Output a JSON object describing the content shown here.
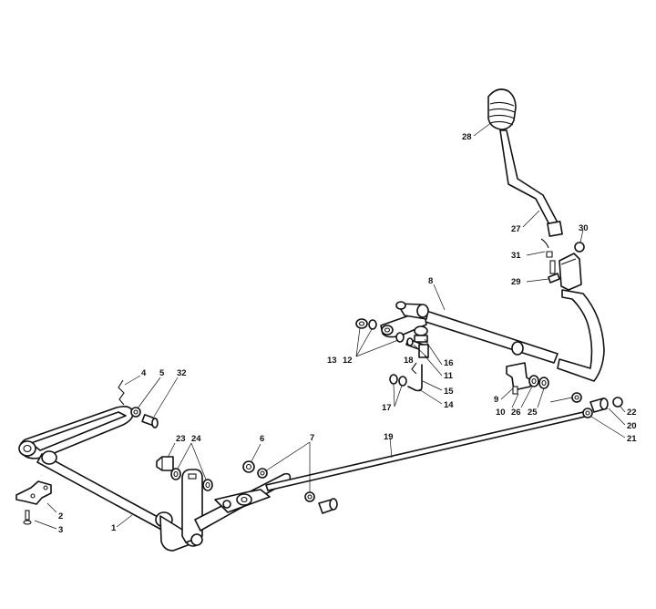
{
  "diagram": {
    "callouts": [
      {
        "id": "c1",
        "label": "1"
      },
      {
        "id": "c2",
        "label": "2"
      },
      {
        "id": "c3",
        "label": "3"
      },
      {
        "id": "c4",
        "label": "4"
      },
      {
        "id": "c5",
        "label": "5"
      },
      {
        "id": "c6",
        "label": "6"
      },
      {
        "id": "c7",
        "label": "7"
      },
      {
        "id": "c8",
        "label": "8"
      },
      {
        "id": "c9",
        "label": "9"
      },
      {
        "id": "c10",
        "label": "10"
      },
      {
        "id": "c11",
        "label": "11"
      },
      {
        "id": "c12",
        "label": "12"
      },
      {
        "id": "c13",
        "label": "13"
      },
      {
        "id": "c14",
        "label": "14"
      },
      {
        "id": "c15",
        "label": "15"
      },
      {
        "id": "c16",
        "label": "16"
      },
      {
        "id": "c17",
        "label": "17"
      },
      {
        "id": "c18",
        "label": "18"
      },
      {
        "id": "c19",
        "label": "19"
      },
      {
        "id": "c20",
        "label": "20"
      },
      {
        "id": "c21",
        "label": "21"
      },
      {
        "id": "c22",
        "label": "22"
      },
      {
        "id": "c23",
        "label": "23"
      },
      {
        "id": "c24",
        "label": "24"
      },
      {
        "id": "c25",
        "label": "25"
      },
      {
        "id": "c26",
        "label": "26"
      },
      {
        "id": "c27",
        "label": "27"
      },
      {
        "id": "c28",
        "label": "28"
      },
      {
        "id": "c29",
        "label": "29"
      },
      {
        "id": "c30",
        "label": "30"
      },
      {
        "id": "c31",
        "label": "31"
      },
      {
        "id": "c32",
        "label": "32"
      }
    ]
  }
}
